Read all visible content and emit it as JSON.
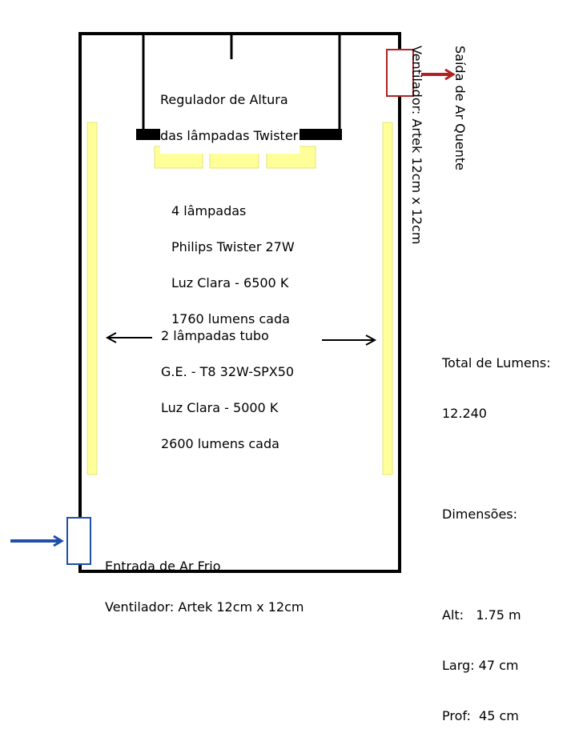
{
  "diagram": {
    "regulator": {
      "lines": [
        "Regulador de Altura",
        "das lâmpadas Twister"
      ]
    },
    "twister_lamps": {
      "lines": [
        "4 lâmpadas",
        "Philips Twister 27W",
        "Luz Clara - 6500 K",
        "1760 lumens cada"
      ]
    },
    "tube_lamps": {
      "lines": [
        "2 lâmpadas tubo",
        "G.E. - T8 32W-SPX50",
        "Luz Clara - 5000 K",
        "2600 lumens cada"
      ]
    },
    "hot_air_exhaust": {
      "lines": [
        "Saída de Ar Quente",
        "Ventilador: Artek 12cm x 12cm"
      ]
    },
    "cold_air_intake": {
      "lines": [
        "Entrada de Ar Frio",
        "Ventilador: Artek 12cm x 12cm"
      ]
    },
    "specs": {
      "total_label": "Total de Lumens:",
      "total_value": "12.240",
      "dimensions_label": "Dimensões:",
      "height": "Alt:   1.75 m",
      "width": "Larg: 47 cm",
      "depth": "Prof:  45 cm"
    }
  },
  "colors": {
    "frame": "#000000",
    "lamp_fill": "#ffff99",
    "lamp_stroke": "#e6e67a",
    "hot_arrow": "#b22222",
    "cold_arrow": "#1f4fa8"
  }
}
